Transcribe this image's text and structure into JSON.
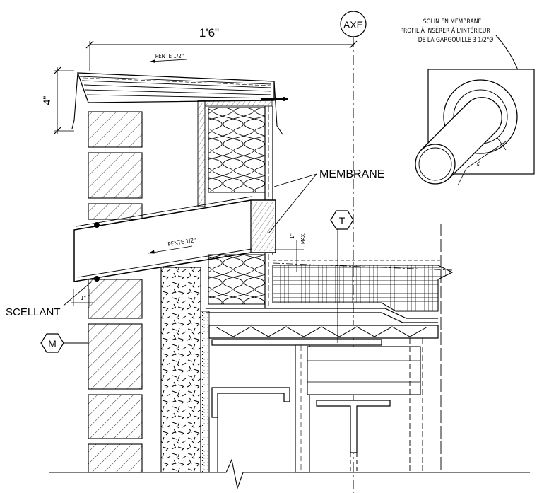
{
  "labels": {
    "axe": "AXE",
    "dimension_width": "1'6\"",
    "dimension_height": "4\"",
    "slope_top": "PENTE 1/2\"",
    "slope_scupper": "PENTE 1/2\"",
    "membrane": "MEMBRANE",
    "sealant": "SCELLANT",
    "sealant_dim": "1\"",
    "max_dim_value": "1\"",
    "max_dim_word": "MAX.",
    "tag_t": "T",
    "tag_m": "M",
    "note_line1": "SOLIN EN MEMBRANE",
    "note_line2": "PROFIL À INSÉRER À L'INTÉRIEUR",
    "note_line3": "DE LA GARGOUILLE 3 1/2\"Ø",
    "detail_dim": "4\""
  },
  "colors": {
    "ink": "#000000",
    "paper": "#ffffff"
  }
}
